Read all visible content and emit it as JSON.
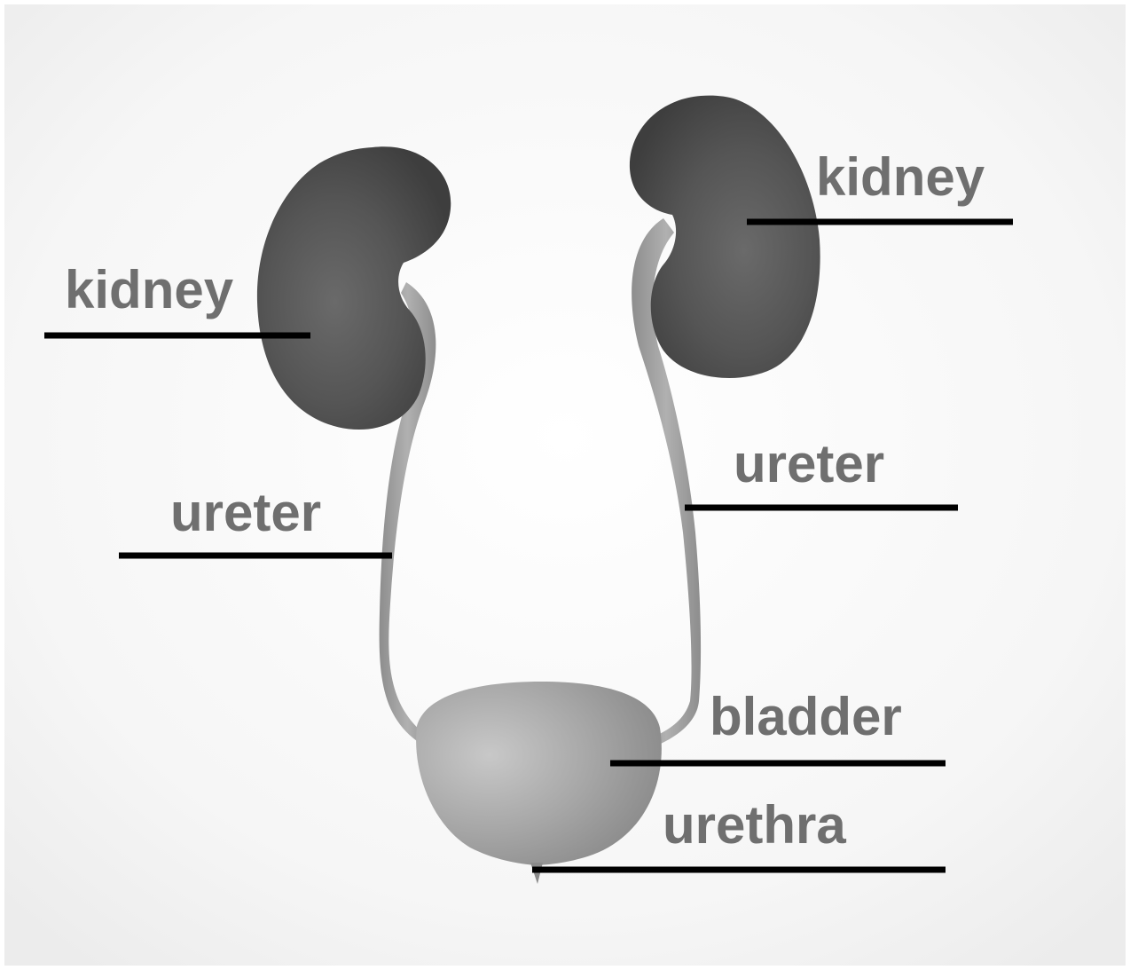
{
  "labels": {
    "kidney_left": "kidney",
    "kidney_right": "kidney",
    "ureter_left": "ureter",
    "ureter_right": "ureter",
    "bladder": "bladder",
    "urethra": "urethra"
  },
  "colors": {
    "label_text": "#6f6f6f",
    "leader_line": "#000000",
    "kidney": "#555555",
    "ureter": "#9a9a9a",
    "bladder": "#a8a8a8",
    "background": "#f4f4f4"
  }
}
